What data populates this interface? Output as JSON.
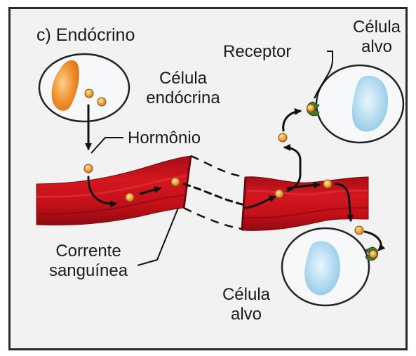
{
  "title": "c) Endócrino",
  "labels": {
    "endocrine_cell_line1": "Célula",
    "endocrine_cell_line2": "endócrina",
    "hormone": "Hormônio",
    "receptor": "Receptor",
    "target_cell_top_line1": "Célula",
    "target_cell_top_line2": "alvo",
    "target_cell_bottom_line1": "Célula",
    "target_cell_bottom_line2": "alvo",
    "bloodstream_line1": "Corrente",
    "bloodstream_line2": "sanguínea"
  },
  "colors": {
    "vessel_red": "#c8101e",
    "vessel_dark": "#8e0a12",
    "hormone_orange": "#e8952a",
    "nucleus_orange": "#ee8a2a",
    "nucleus_blue": "#a9d6ee",
    "receptor_green": "#3f7a2c",
    "cell_fill": "#f7f8fa",
    "frame_bg": "#f2f2f2"
  }
}
